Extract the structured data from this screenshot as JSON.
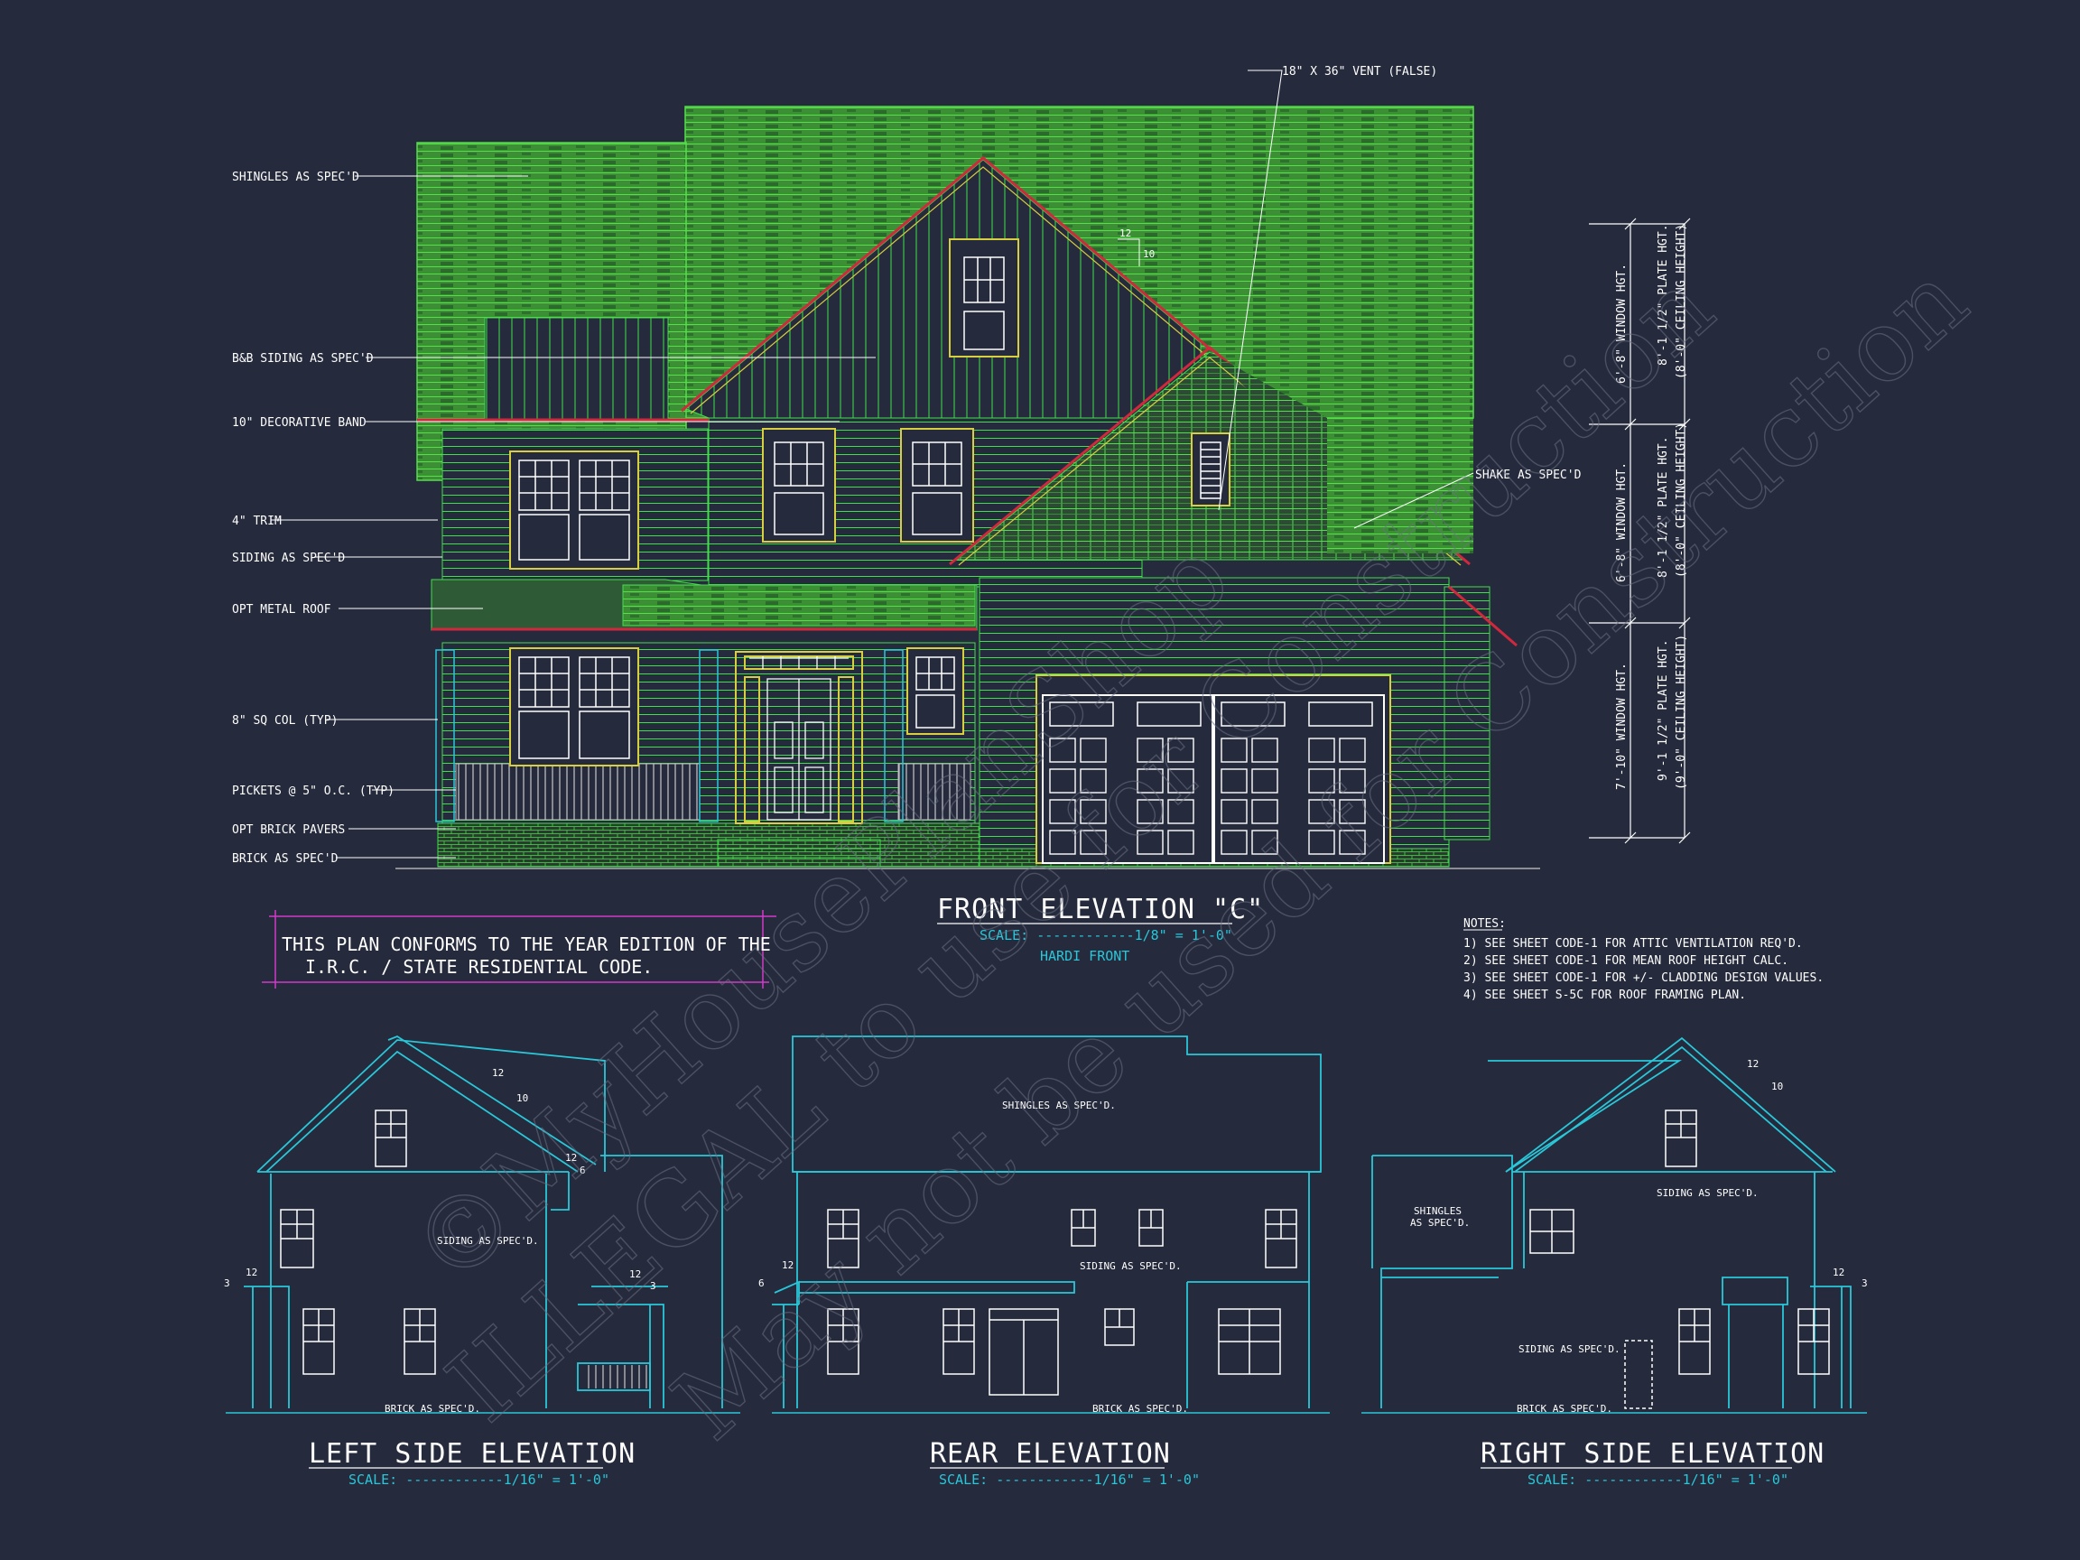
{
  "front": {
    "title": "FRONT ELEVATION \"C\"",
    "scale": "SCALE: ------------1/8\" = 1'-0\"",
    "subtitle": "HARDI FRONT",
    "callouts": {
      "vent": "18\" X 36\" VENT (FALSE)",
      "shingles": "SHINGLES AS SPEC'D",
      "bb_siding": "B&B SIDING AS SPEC'D",
      "band": "10\" DECORATIVE BAND",
      "trim": "4\" TRIM",
      "siding": "SIDING AS SPEC'D",
      "metal_roof": "OPT METAL ROOF",
      "column": "8\" SQ COL (TYP)",
      "pickets": "PICKETS @ 5\" O.C. (TYP)",
      "pavers": "OPT BRICK PAVERS",
      "brick": "BRICK AS SPEC'D",
      "shake": "SHAKE AS SPEC'D"
    },
    "pitch": {
      "run": "12",
      "rise": "10"
    },
    "heights": [
      {
        "window": "6'-8\" WINDOW HGT.",
        "plate": "8'-1 1/2\" PLATE HGT.",
        "ceiling": "(8'-0\" CEILING HEIGHT)"
      },
      {
        "window": "6'-8\" WINDOW HGT.",
        "plate": "8'-1 1/2\" PLATE HGT.",
        "ceiling": "(8'-0\" CEILING HEIGHT)"
      },
      {
        "window": "7'-10\" WINDOW HGT.",
        "plate": "9'-1 1/2\" PLATE HGT.",
        "ceiling": "(9'-0\" CEILING HEIGHT)"
      }
    ]
  },
  "code_box": {
    "line1": "THIS PLAN CONFORMS TO THE YEAR EDITION OF THE",
    "line2": "I.R.C. / STATE RESIDENTIAL CODE."
  },
  "notes": {
    "heading": "NOTES:",
    "items": [
      "1)  SEE SHEET CODE-1 FOR ATTIC VENTILATION REQ'D.",
      "2)  SEE SHEET CODE-1 FOR MEAN ROOF HEIGHT CALC.",
      "3)  SEE SHEET CODE-1 FOR +/- CLADDING DESIGN VALUES.",
      "4)  SEE SHEET S-5C FOR ROOF FRAMING PLAN."
    ]
  },
  "left": {
    "title": "LEFT SIDE ELEVATION",
    "scale": "SCALE: ------------1/16\" = 1'-0\"",
    "siding": "SIDING AS SPEC'D.",
    "brick": "BRICK AS SPEC'D.",
    "pitch_main": {
      "run": "12",
      "rise": "10"
    },
    "pitch_porch": {
      "run": "12",
      "rise": "6"
    },
    "pitch_low": {
      "run": "12",
      "rise": "3"
    },
    "pitch_shed": {
      "run": "12",
      "rise": "3"
    }
  },
  "rear": {
    "title": "REAR ELEVATION",
    "scale": "SCALE: ------------1/16\" = 1'-0\"",
    "shingles": "SHINGLES AS SPEC'D.",
    "siding": "SIDING AS SPEC'D.",
    "brick": "BRICK AS SPEC'D.",
    "pitch": {
      "run": "12",
      "rise": "6"
    }
  },
  "right": {
    "title": "RIGHT SIDE ELEVATION",
    "scale": "SCALE: ------------1/16\" = 1'-0\"",
    "shingles_1": "SHINGLES",
    "shingles_2": "AS SPEC'D.",
    "siding_upper": "SIDING AS SPEC'D.",
    "siding_lower": "SIDING AS SPEC'D.",
    "brick": "BRICK AS SPEC'D.",
    "pitch_main": {
      "run": "12",
      "rise": "10"
    },
    "pitch_low": {
      "run": "12",
      "rise": "3"
    }
  },
  "watermark": {
    "line1": "©MyHousePlanShop",
    "line2": "ILLEGAL to use for Construction",
    "line3": "May not be used for Construction"
  },
  "colors": {
    "background": "#252a3c",
    "roof_fill": "#3fa93a",
    "siding_line": "#3fe04a",
    "trim_yellow": "#d7cf3f",
    "cyan": "#29c7d8",
    "red": "#d2283d",
    "magenta": "#d23ac8"
  }
}
